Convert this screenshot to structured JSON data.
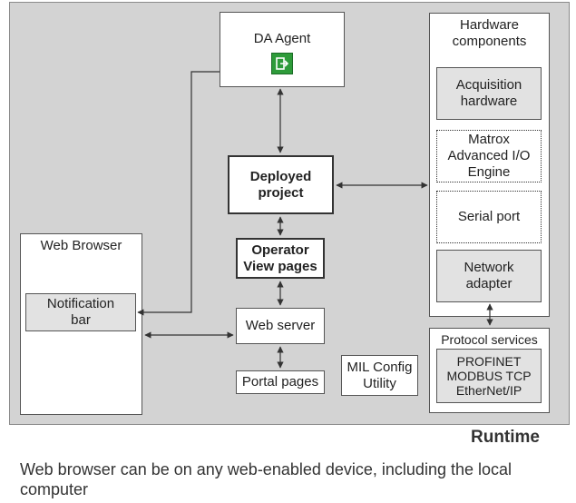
{
  "da_agent": {
    "label": "DA Agent",
    "icon": "exit-door-icon"
  },
  "hardware": {
    "title": "Hardware components",
    "acquisition": "Acquisition hardware",
    "matrox": "Matrox Advanced I/O Engine",
    "serial": "Serial port",
    "network": "Network adapter"
  },
  "deployed_project": "Deployed project",
  "operator_view": "Operator View pages",
  "web_browser": {
    "title": "Web Browser",
    "notification": "Notification bar"
  },
  "web_server": "Web server",
  "portal_pages": "Portal pages",
  "mil_config": "MIL Config Utility",
  "protocol": {
    "title": "Protocol services",
    "items": [
      "PROFINET",
      "MODBUS TCP",
      "EtherNet/IP"
    ]
  },
  "runtime_label": "Runtime",
  "caption": "Web browser can be on any web-enabled device, including the local computer",
  "colors": {
    "panel": "#d3d3d3",
    "grey_box": "#e2e2e2",
    "icon_green": "#2e9b3a"
  }
}
